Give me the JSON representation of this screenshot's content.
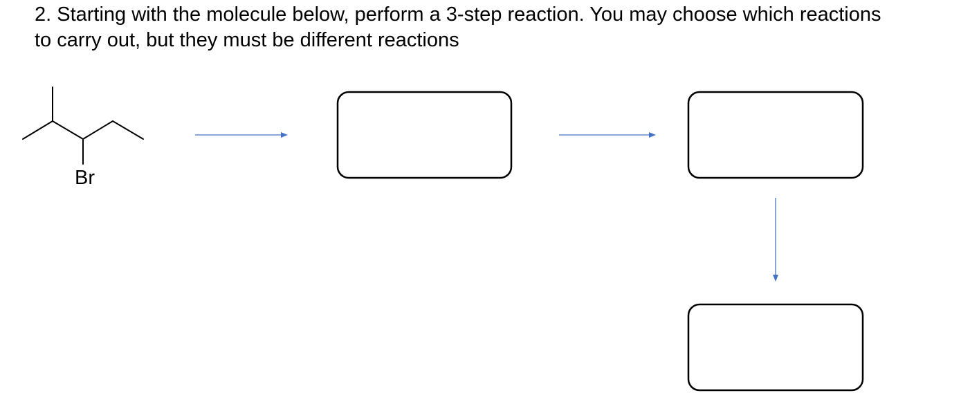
{
  "question": {
    "line1": "2. Starting with the molecule below, perform a 3-step reaction. You may choose which reactions",
    "line2": "to carry out, but they must be different reactions"
  },
  "molecule": {
    "atom_label": "Br"
  },
  "colors": {
    "arrow": "#4472C4",
    "box_stroke": "#000000",
    "text": "#000000"
  }
}
